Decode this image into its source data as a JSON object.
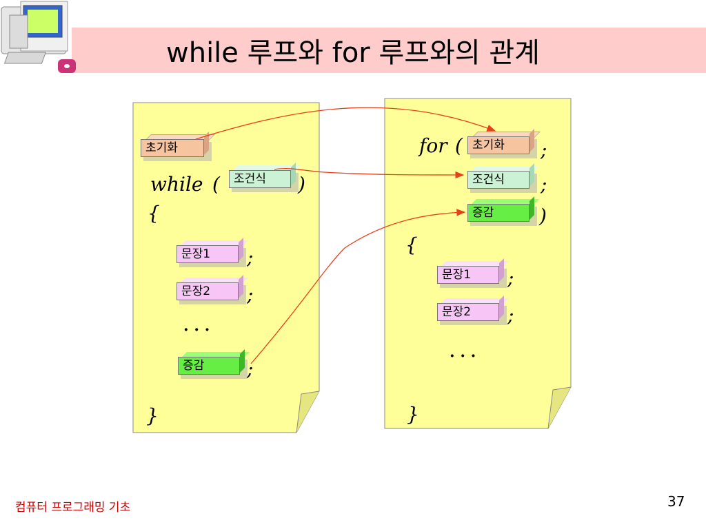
{
  "title": {
    "kw_while": "while",
    "text_1": "루프와",
    "kw_for": "for",
    "text_2": "루프와의 관계"
  },
  "left_panel": {
    "init_block": "초기화",
    "while_kw": "while",
    "open_paren": "(",
    "cond_block": "조건식",
    "close_paren": ")",
    "open_brace": "{",
    "stmt1_block": "문장1",
    "stmt2_block": "문장2",
    "semicolon": ";",
    "ellipsis": "· · ·",
    "incr_block": "증감",
    "close_brace": "}"
  },
  "right_panel": {
    "for_kw": "for",
    "open_paren": "(",
    "init_block": "초기화",
    "cond_block": "조건식",
    "incr_block": "증감",
    "close_paren": ")",
    "semicolon": ";",
    "open_brace": "{",
    "stmt1_block": "문장1",
    "stmt2_block": "문장2",
    "ellipsis": "· · ·",
    "close_brace": "}"
  },
  "colors": {
    "title_bar": "#ffcccc",
    "paper": "#ffff99",
    "arrow": "#e8401c",
    "footer": "#cc0000"
  },
  "footer": {
    "text": "컴퓨터 프로그래밍 기초"
  },
  "page_number": "37"
}
